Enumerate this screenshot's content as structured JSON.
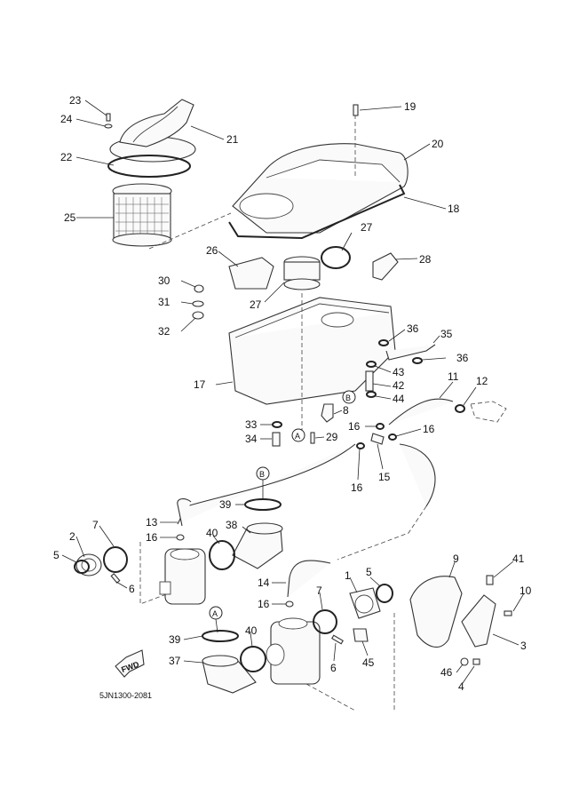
{
  "diagram": {
    "title_code": "5JN1300-2081",
    "direction_label": "FWD",
    "callouts": [
      {
        "id": "23",
        "label": "23"
      },
      {
        "id": "24",
        "label": "24"
      },
      {
        "id": "22",
        "label": "22"
      },
      {
        "id": "25",
        "label": "25"
      },
      {
        "id": "21",
        "label": "21"
      },
      {
        "id": "19",
        "label": "19"
      },
      {
        "id": "20",
        "label": "20"
      },
      {
        "id": "18",
        "label": "18"
      },
      {
        "id": "26",
        "label": "26"
      },
      {
        "id": "27a",
        "label": "27"
      },
      {
        "id": "27b",
        "label": "27"
      },
      {
        "id": "28",
        "label": "28"
      },
      {
        "id": "30",
        "label": "30"
      },
      {
        "id": "31",
        "label": "31"
      },
      {
        "id": "32",
        "label": "32"
      },
      {
        "id": "17",
        "label": "17"
      },
      {
        "id": "36a",
        "label": "36"
      },
      {
        "id": "35",
        "label": "35"
      },
      {
        "id": "36b",
        "label": "36"
      },
      {
        "id": "43",
        "label": "43"
      },
      {
        "id": "42",
        "label": "42"
      },
      {
        "id": "44",
        "label": "44"
      },
      {
        "id": "11",
        "label": "11"
      },
      {
        "id": "12",
        "label": "12"
      },
      {
        "id": "8",
        "label": "8"
      },
      {
        "id": "33",
        "label": "33"
      },
      {
        "id": "34",
        "label": "34"
      },
      {
        "id": "29",
        "label": "29"
      },
      {
        "id": "16a",
        "label": "16"
      },
      {
        "id": "16b",
        "label": "16"
      },
      {
        "id": "16c",
        "label": "16"
      },
      {
        "id": "15",
        "label": "15"
      },
      {
        "id": "39a",
        "label": "39"
      },
      {
        "id": "13",
        "label": "13"
      },
      {
        "id": "16d",
        "label": "16"
      },
      {
        "id": "38",
        "label": "38"
      },
      {
        "id": "40a",
        "label": "40"
      },
      {
        "id": "7a",
        "label": "7"
      },
      {
        "id": "2",
        "label": "2"
      },
      {
        "id": "5a",
        "label": "5"
      },
      {
        "id": "6a",
        "label": "6"
      },
      {
        "id": "14",
        "label": "14"
      },
      {
        "id": "16e",
        "label": "16"
      },
      {
        "id": "1",
        "label": "1"
      },
      {
        "id": "5b",
        "label": "5"
      },
      {
        "id": "7b",
        "label": "7"
      },
      {
        "id": "6b",
        "label": "6"
      },
      {
        "id": "45",
        "label": "45"
      },
      {
        "id": "9",
        "label": "9"
      },
      {
        "id": "41",
        "label": "41"
      },
      {
        "id": "10",
        "label": "10"
      },
      {
        "id": "3",
        "label": "3"
      },
      {
        "id": "46",
        "label": "46"
      },
      {
        "id": "4",
        "label": "4"
      },
      {
        "id": "39b",
        "label": "39"
      },
      {
        "id": "40b",
        "label": "40"
      },
      {
        "id": "37",
        "label": "37"
      }
    ],
    "reference_markers": [
      {
        "id": "B1",
        "label": "B"
      },
      {
        "id": "A1",
        "label": "A"
      },
      {
        "id": "B2",
        "label": "B"
      },
      {
        "id": "A2",
        "label": "A"
      }
    ]
  }
}
